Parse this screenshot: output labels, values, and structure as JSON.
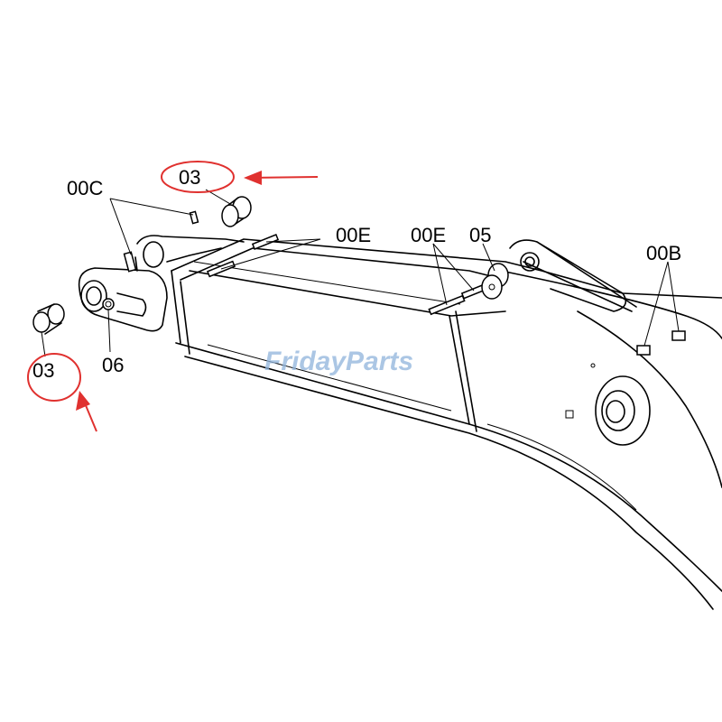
{
  "labels": {
    "part_03_top": "03",
    "part_00C": "00C",
    "part_00E_mid": "00E",
    "part_00E_right": "00E",
    "part_05": "05",
    "part_00B": "00B",
    "part_03_left": "03",
    "part_06": "06"
  },
  "watermark": {
    "part1": "Friday",
    "part2": "Parts"
  },
  "colors": {
    "highlight": "#e0312f",
    "line": "#000000",
    "watermark_blue": "#8fb4dc",
    "watermark_orange": "#f2a33a"
  }
}
